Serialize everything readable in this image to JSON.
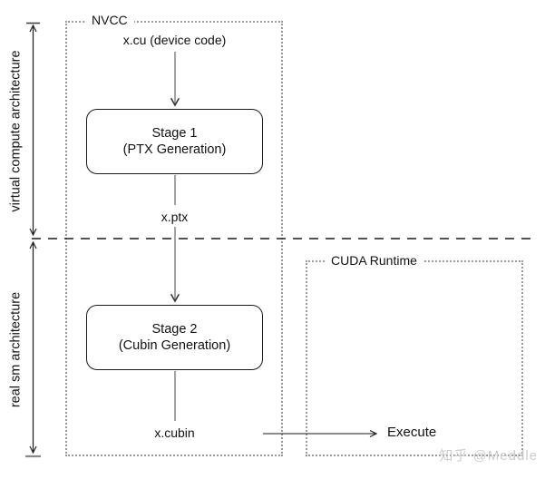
{
  "diagram": {
    "nvcc_box_label": "NVCC",
    "cuda_box_label": "CUDA Runtime",
    "left_axis": {
      "top_label": "virtual compute architecture",
      "bottom_label": "real sm architecture"
    },
    "nodes": {
      "input_label": "x.cu (device code)",
      "stage1_title": "Stage 1",
      "stage1_subtitle": "(PTX Generation)",
      "ptx_label": "x.ptx",
      "stage2_title": "Stage 2",
      "stage2_subtitle": "(Cubin Generation)",
      "cubin_label": "x.cubin",
      "execute_label": "Execute"
    },
    "watermark": "知乎 @Meddle",
    "colors": {
      "dotted_border": "#9a9a9a",
      "flow_line_gray": "#8a8a8a",
      "line_black": "#1a1a1a",
      "arrowhead": "#333333",
      "watermark": "#cccccc",
      "background": "#ffffff"
    }
  }
}
